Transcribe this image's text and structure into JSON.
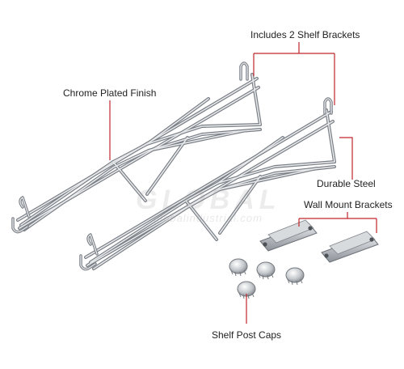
{
  "callouts": {
    "brackets": "Includes 2 Shelf Brackets",
    "finish": "Chrome Plated Finish",
    "steel": "Durable Steel",
    "wall_mount": "Wall Mount Brackets",
    "caps": "Shelf Post Caps"
  },
  "watermark": {
    "brand": "GLOBAL",
    "url": "globalindustrial.com"
  },
  "colors": {
    "leader_line": "#c1272d",
    "chrome": "#a9adb3",
    "chrome_dark": "#6e737a"
  }
}
